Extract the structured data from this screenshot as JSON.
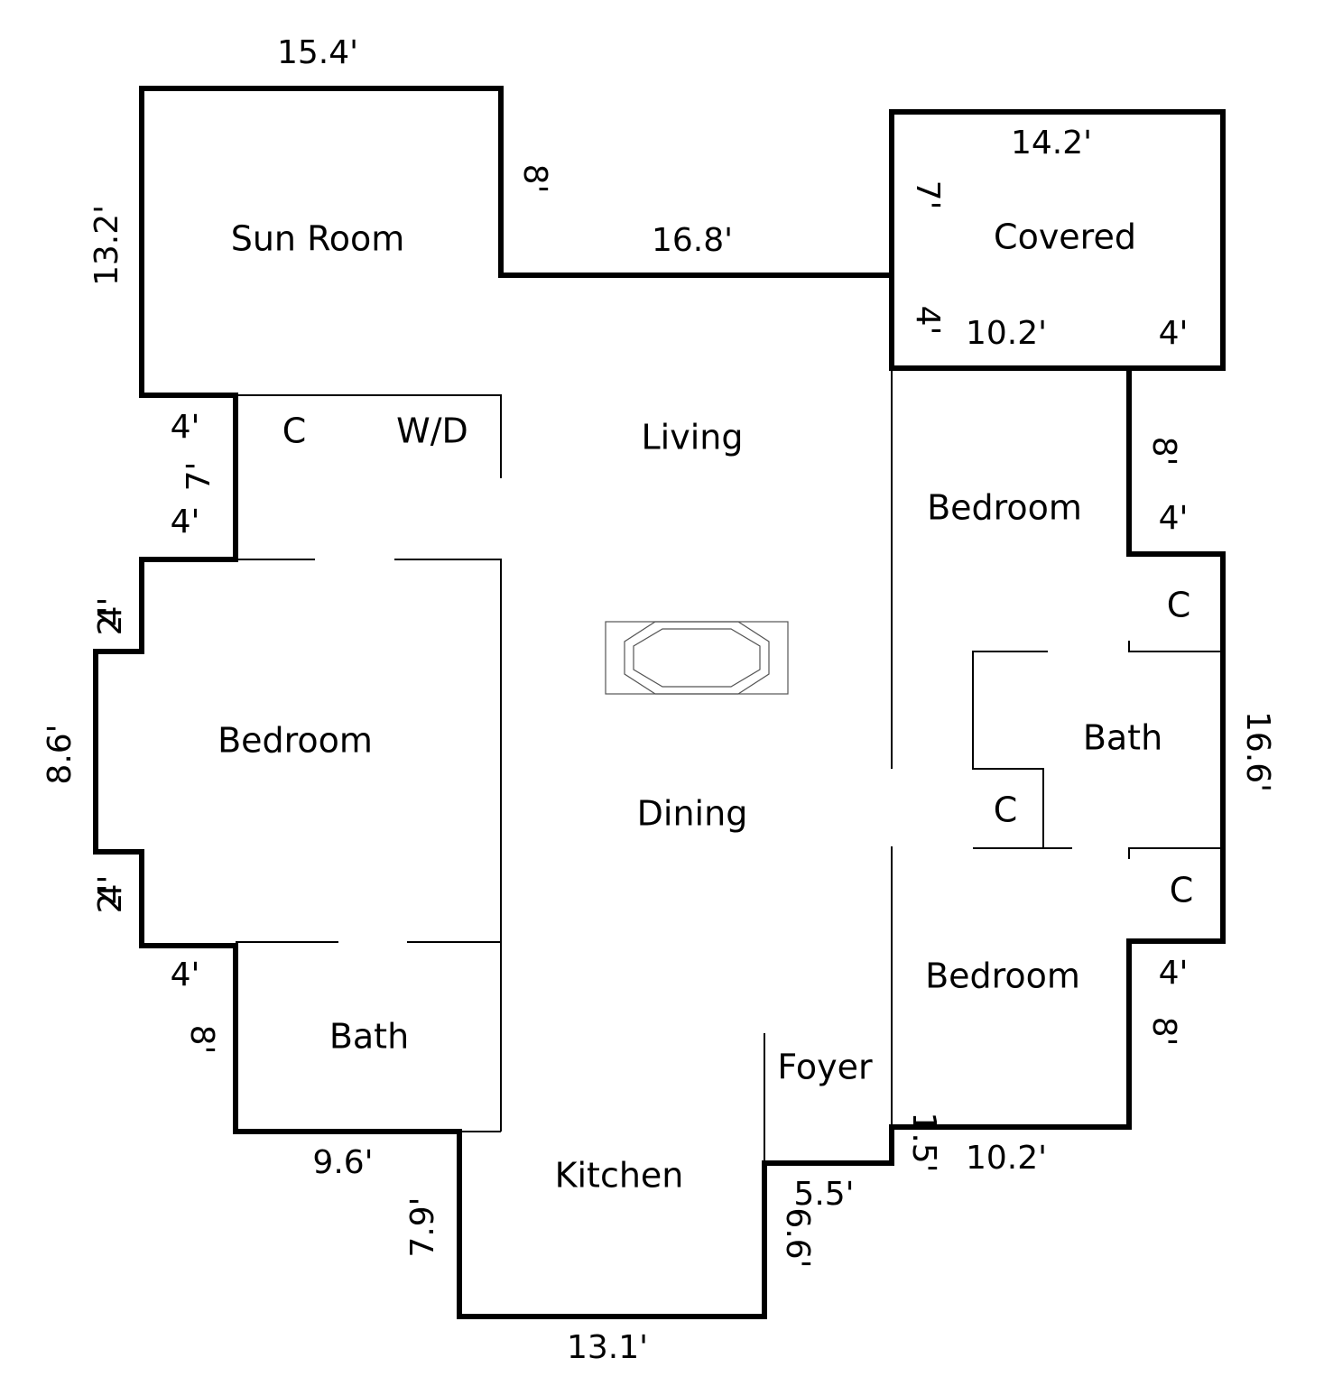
{
  "rooms": {
    "sun_room": "Sun Room",
    "covered": "Covered",
    "living": "Living",
    "dining": "Dining",
    "kitchen": "Kitchen",
    "foyer": "Foyer",
    "bedroom_left": "Bedroom",
    "bedroom_right_top": "Bedroom",
    "bedroom_right_bottom": "Bedroom",
    "bath_left": "Bath",
    "bath_right": "Bath",
    "closet_left": "C",
    "laundry": "W/D",
    "closet_right_top": "C",
    "closet_right_middle": "C",
    "closet_right_bottom": "C"
  },
  "dimensions": {
    "sun_top": "15.4'",
    "sun_left": "13.2'",
    "sun_right": "8'",
    "patio_span": "16.8'",
    "covered_top": "14.2'",
    "covered_left_upper": "7'",
    "covered_left_lower": "4'",
    "covered_bottom": "10.2'",
    "covered_right": "4'",
    "left_jog_top": "4'",
    "left_closet_side": "7'",
    "left_jog_mid": "4'",
    "left_bump_top_a": "4'",
    "left_bump_top_b": "2'",
    "left_bump_side": "8.6'",
    "left_bump_bottom_a": "4'",
    "left_bump_bottom_b": "2'",
    "left_jog_bottom": "4'",
    "bath_side": "8'",
    "bath_bottom": "9.6'",
    "kitchen_left": "7.9'",
    "kitchen_bottom": "13.1'",
    "kitchen_right": "6.6'",
    "foyer_bottom": "5.5'",
    "foyer_step": "1.5'",
    "right_bottom": "10.2'",
    "right_upper_side": "8'",
    "right_upper_jog": "4'",
    "right_side": "16.6'",
    "right_lower_jog": "4'",
    "right_lower_side": "8'"
  }
}
